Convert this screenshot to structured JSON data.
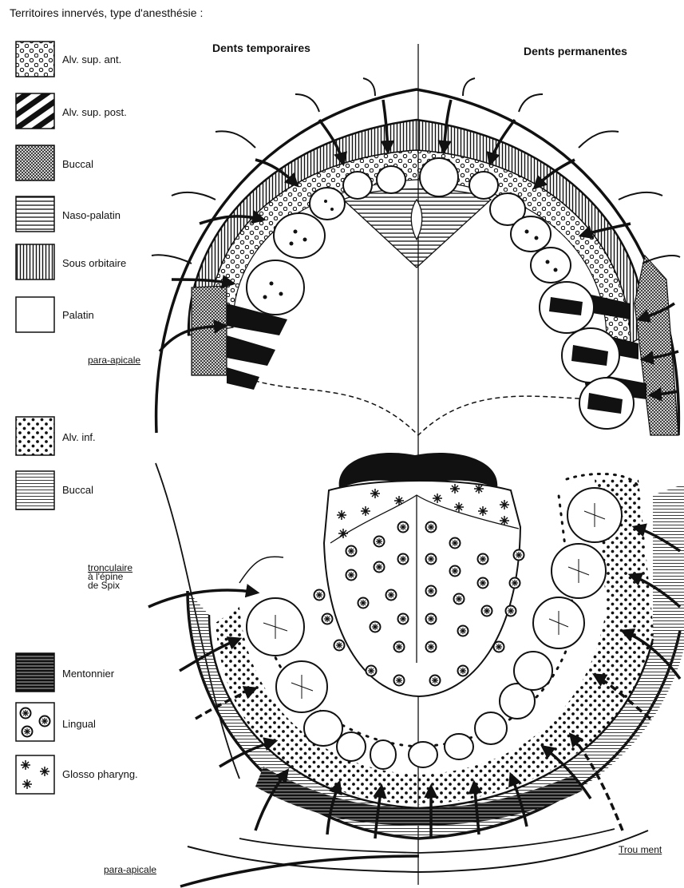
{
  "heading": "Territoires innervés, type d'anesthésie :",
  "columns": {
    "left": "Dents temporaires",
    "right": "Dents permanentes"
  },
  "legend_upper": [
    {
      "label": "Alv. sup. ant.",
      "pattern": "open-circles"
    },
    {
      "label": "Alv. sup. post.",
      "pattern": "diagonal-bands"
    },
    {
      "label": "Buccal",
      "pattern": "crosshatch"
    },
    {
      "label": "Naso-palatin",
      "pattern": "horizontal-lines"
    },
    {
      "label": "Sous orbitaire",
      "pattern": "vertical-lines"
    },
    {
      "label": "Palatin",
      "pattern": "blank"
    }
  ],
  "legend_lower": [
    {
      "label": "Alv. inf.",
      "pattern": "dots"
    },
    {
      "label": "Buccal",
      "pattern": "horizontal-lines-fine"
    },
    {
      "label": "Mentonnier",
      "pattern": "dense-lines"
    },
    {
      "label": "Lingual",
      "pattern": "wheel-circles"
    },
    {
      "label": "Glosso pharyng.",
      "pattern": "asterisks"
    }
  ],
  "callouts": {
    "para_apicale_top": "para-apicale",
    "tronculaire": [
      "tronculaire",
      "à l'épine",
      "de Spix"
    ],
    "para_apicale_bottom": "para-apicale",
    "trou_mentonnier": "Trou ment"
  }
}
